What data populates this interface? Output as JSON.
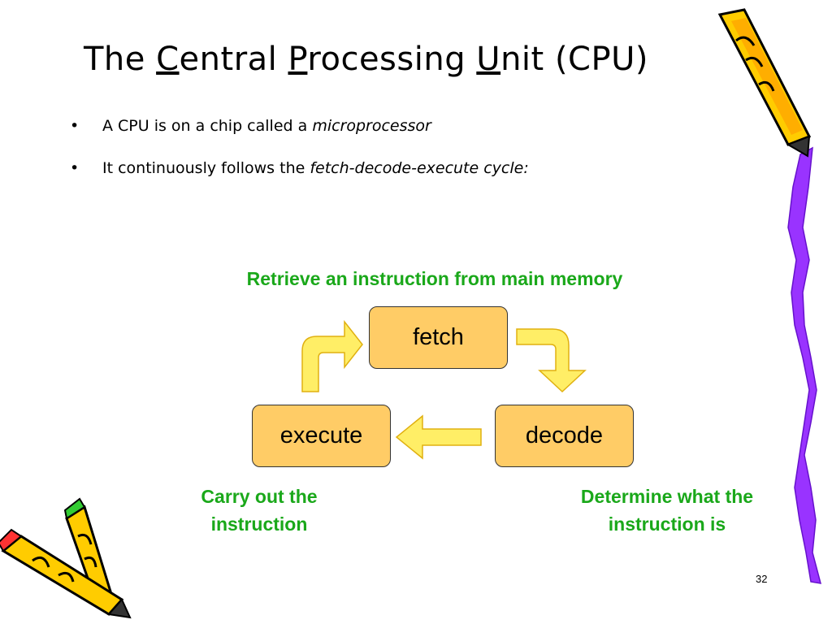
{
  "title": {
    "prefix": "The ",
    "c": "C",
    "central_rest": "entral ",
    "p": "P",
    "processing_rest": "rocessing ",
    "u": "U",
    "unit_rest": "nit (CPU)"
  },
  "bullets": [
    {
      "marker": "•",
      "text": "A CPU is on a chip called a ",
      "emphasis": "microprocessor"
    },
    {
      "marker": "•",
      "text": "It continuously follows the ",
      "emphasis": "fetch-decode-execute cycle:"
    }
  ],
  "diagram": {
    "steps": {
      "fetch": "fetch",
      "decode": "decode",
      "execute": "execute"
    },
    "descriptions": {
      "fetch": "Retrieve an instruction from main memory",
      "decode_line1": "Determine what the",
      "decode_line2": "instruction is",
      "execute_line1": "Carry out the",
      "execute_line2": "instruction"
    },
    "colors": {
      "box_fill": "#ffcc66",
      "arrow_fill": "#ffee66",
      "label_green": "#1aa81a"
    }
  },
  "page_number": "32",
  "decorations": {
    "pencil_icon": "pencil-icon",
    "ribbon_color": "#9933ff"
  }
}
